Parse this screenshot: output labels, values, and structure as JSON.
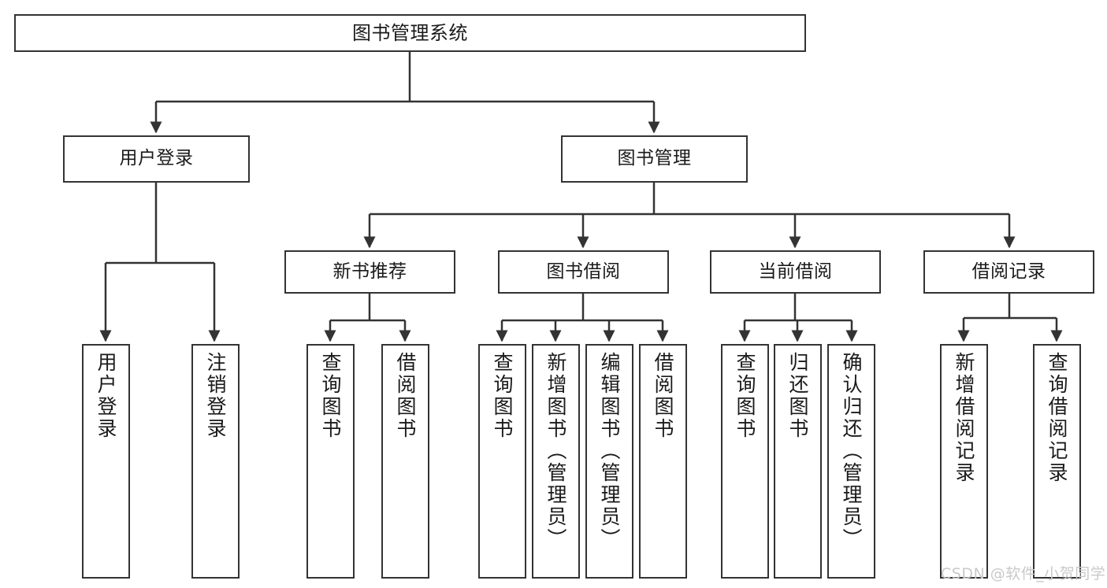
{
  "diagram": {
    "type": "tree",
    "title": "图书管理系统",
    "colors": {
      "background": "#ffffff",
      "box_border": "#333333",
      "box_fill": "#ffffff",
      "edge": "#333333",
      "text": "#1a1a1a",
      "watermark": "#c9c9c9"
    },
    "root": {
      "label": "图书管理系统"
    },
    "level1": [
      {
        "label": "用户登录"
      },
      {
        "label": "图书管理"
      }
    ],
    "level2": [
      {
        "label": "新书推荐"
      },
      {
        "label": "图书借阅"
      },
      {
        "label": "当前借阅"
      },
      {
        "label": "借阅记录"
      }
    ],
    "leaves_user_login": [
      {
        "label": "用户登录"
      },
      {
        "label": "注销登录"
      }
    ],
    "leaves_new_book": [
      {
        "label": "查询图书"
      },
      {
        "label": "借阅图书"
      }
    ],
    "leaves_borrow": [
      {
        "label": "查询图书"
      },
      {
        "label": "新增图书（管理员）"
      },
      {
        "label": "编辑图书（管理员）"
      },
      {
        "label": "借阅图书"
      }
    ],
    "leaves_current": [
      {
        "label": "查询图书"
      },
      {
        "label": "归还图书"
      },
      {
        "label": "确认归还（管理员）"
      }
    ],
    "leaves_records": [
      {
        "label": "新增借阅记录"
      },
      {
        "label": "查询借阅记录"
      }
    ]
  },
  "watermark": {
    "text": "CSDN @软件_小贺同学"
  }
}
